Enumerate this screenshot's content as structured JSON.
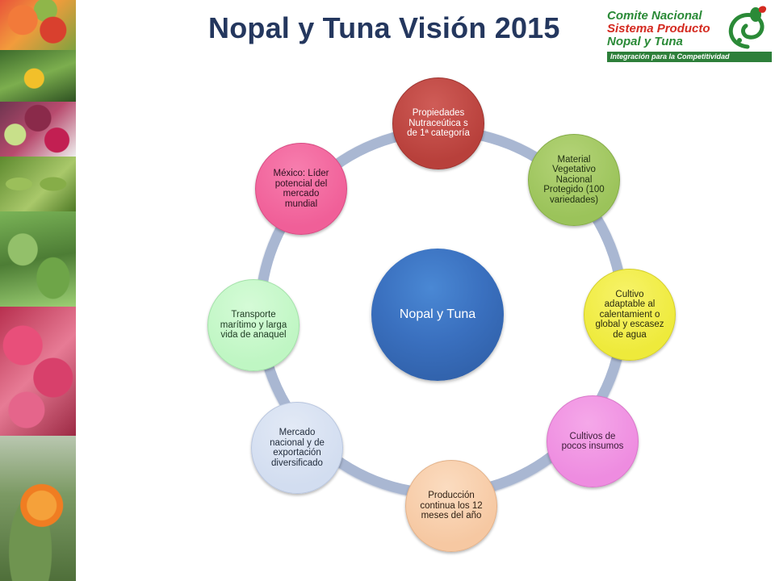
{
  "slide": {
    "title": "Nopal y Tuna Visión 2015"
  },
  "logo": {
    "line1": "Comite Nacional",
    "line2": "Sistema Producto",
    "line3": "Nopal y Tuna",
    "tagline": "Integración para la Competitividad",
    "colors": {
      "green": "#2a8a37",
      "red": "#d42a20"
    }
  },
  "diagram": {
    "center": "Nopal y Tuna",
    "nodes": [
      "Propiedades Nutraceútica s de 1ª categoría",
      "Material Vegetativo Nacional Protegido (100 variedades)",
      "Cultivo adaptable al calentamient o global y escasez de agua",
      "Cultivos de pocos insumos",
      "Producción continua los 12 meses del año",
      "Mercado nacional y de exportación diversificado",
      "Transporte marítimo y larga vida de anaquel",
      "México: Líder potencial del mercado mundial"
    ],
    "node_colors": [
      "#b8403b",
      "#9bc35a",
      "#eeea3b",
      "#ee8ce0",
      "#f6c8a2",
      "#d2ddf0",
      "#bff6c3",
      "#f05f98"
    ],
    "ring_color": "#a9b7d2",
    "center_color": "#3a70bf"
  }
}
